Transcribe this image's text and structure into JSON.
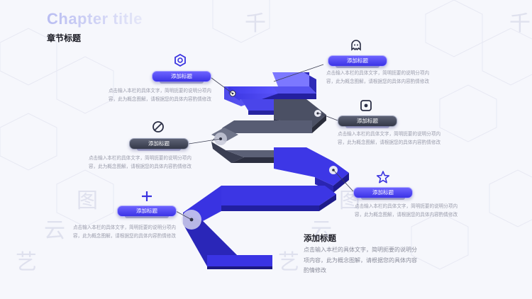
{
  "header": {
    "chapter_title": "Chapter title",
    "section_title": "章节标题"
  },
  "watermark": {
    "chars": [
      "艺",
      "云",
      "图",
      "千",
      "艺",
      "云",
      "图",
      "千"
    ]
  },
  "items": [
    {
      "label": "添加标题",
      "desc": "点击输入本栏的具体文字，简明扼要的说明分项内容，此为概念图解，请根据您的具体内容酌情修改",
      "icon": "hexagon-nut-icon"
    },
    {
      "label": "添加标题",
      "desc": "点击输入本栏的具体文字，简明扼要的说明分项内容，此为概念图解，请根据您的具体内容酌情修改",
      "icon": "ghost-icon"
    },
    {
      "label": "添加标题",
      "desc": "点击输入本栏的具体文字，简明扼要的说明分项内容，此为概念图解，请根据您的具体内容酌情修改",
      "icon": "prohibited-icon"
    },
    {
      "label": "添加标题",
      "desc": "点击输入本栏的具体文字，简明扼要的说明分项内容，此为概念图解，请根据您的具体内容酌情修改",
      "icon": "target-square-icon"
    },
    {
      "label": "添加标题",
      "desc": "点击输入本栏的具体文字，简明扼要的说明分项内容，此为概念图解，请根据您的具体内容酌情修改",
      "icon": "plus-icon"
    },
    {
      "label": "添加标题",
      "desc": "点击输入本栏的具体文字，简明扼要的说明分项内容，此为概念图解，请根据您的具体内容酌情修改",
      "icon": "star-icon"
    }
  ],
  "summary": {
    "title": "添加标题",
    "desc": "点击输入本栏的具体文字，简明扼要的说明分项内容，此为概念图解，请根据您的具体内容酌情修改"
  },
  "colors": {
    "blue": "#3a33e0",
    "dark": "#3c4154",
    "accent": "#4b45ef"
  }
}
